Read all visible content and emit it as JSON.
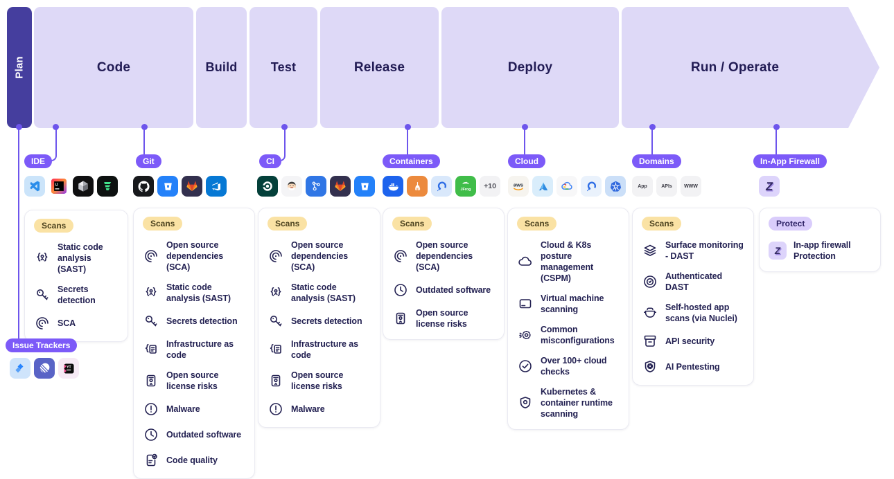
{
  "stages": [
    {
      "label": "Plan"
    },
    {
      "label": "Code"
    },
    {
      "label": "Build"
    },
    {
      "label": "Test"
    },
    {
      "label": "Release"
    },
    {
      "label": "Deploy"
    },
    {
      "label": "Run / Operate"
    }
  ],
  "groups": [
    {
      "id": "ide",
      "label": "IDE",
      "icons": [
        "vscode",
        "intellij",
        "cursor",
        "windsurf"
      ],
      "card": {
        "badge": "Scans",
        "items": [
          {
            "icon": "sast",
            "text": "Static code analysis (SAST)"
          },
          {
            "icon": "secrets",
            "text": "Secrets detection"
          },
          {
            "icon": "sca",
            "text": "SCA"
          }
        ]
      }
    },
    {
      "id": "git",
      "label": "Git",
      "icons": [
        "github",
        "bitbucket",
        "gitlab",
        "azure-devops"
      ],
      "card": {
        "badge": "Scans",
        "items": [
          {
            "icon": "sca",
            "text": "Open source dependencies (SCA)"
          },
          {
            "icon": "sast",
            "text": "Static code analysis (SAST)"
          },
          {
            "icon": "secrets",
            "text": "Secrets detection"
          },
          {
            "icon": "iac",
            "text": "Infrastructure as code"
          },
          {
            "icon": "license",
            "text": "Open source license risks"
          },
          {
            "icon": "malware",
            "text": "Malware"
          },
          {
            "icon": "clock",
            "text": "Outdated software"
          },
          {
            "icon": "quality",
            "text": "Code quality"
          }
        ]
      }
    },
    {
      "id": "ci",
      "label": "CI",
      "icons": [
        "circleci",
        "jenkins",
        "azure-pipelines",
        "gitlab",
        "bitbucket"
      ],
      "card": {
        "badge": "Scans",
        "items": [
          {
            "icon": "sca",
            "text": "Open source dependencies (SCA)"
          },
          {
            "icon": "sast",
            "text": "Static code analysis (SAST)"
          },
          {
            "icon": "secrets",
            "text": "Secrets detection"
          },
          {
            "icon": "iac",
            "text": "Infrastructure as code"
          },
          {
            "icon": "license",
            "text": "Open source license risks"
          },
          {
            "icon": "malware",
            "text": "Malware"
          }
        ]
      }
    },
    {
      "id": "containers",
      "label": "Containers",
      "icons": [
        "docker",
        "registry",
        "quay",
        "jfrog"
      ],
      "more": "+10",
      "card": {
        "badge": "Scans",
        "items": [
          {
            "icon": "sca",
            "text": "Open source dependencies (SCA)"
          },
          {
            "icon": "clock",
            "text": "Outdated software"
          },
          {
            "icon": "license",
            "text": "Open source license risks"
          }
        ]
      }
    },
    {
      "id": "cloud",
      "label": "Cloud",
      "icons": [
        "aws",
        "azure",
        "gcp",
        "digitalocean",
        "kubernetes"
      ],
      "card": {
        "badge": "Scans",
        "items": [
          {
            "icon": "cloud",
            "text": "Cloud & K8s posture management (CSPM)"
          },
          {
            "icon": "vm",
            "text": "Virtual machine scanning"
          },
          {
            "icon": "gear",
            "text": "Common misconfigurations"
          },
          {
            "icon": "check",
            "text": "Over 100+ cloud checks"
          },
          {
            "icon": "shield-dot",
            "text": "Kubernetes & container runtime scanning"
          }
        ]
      }
    },
    {
      "id": "domains",
      "label": "Domains",
      "chips": [
        "App",
        "APIs",
        "WWW"
      ],
      "card": {
        "badge": "Scans",
        "items": [
          {
            "icon": "layers",
            "text": "Surface monitoring - DAST"
          },
          {
            "icon": "target",
            "text": "Authenticated DAST"
          },
          {
            "icon": "pot",
            "text": "Self-hosted app scans (via Nuclei)"
          },
          {
            "icon": "archive",
            "text": "API security"
          },
          {
            "icon": "shield-gear",
            "text": "AI Pentesting"
          }
        ]
      }
    },
    {
      "id": "firewall",
      "label": "In-App Firewall",
      "icons": [
        "zen"
      ],
      "card": {
        "badge": "Protect",
        "badge_style": "protect",
        "items": [
          {
            "icon": "zen",
            "text": "In-app firewall Protection"
          }
        ]
      }
    },
    {
      "id": "issue",
      "label": "Issue Trackers",
      "icons": [
        "jira",
        "linear",
        "youtrack"
      ]
    }
  ],
  "colors": {
    "stage_fill": "#DED9F7",
    "stage_dark": "#453E9E",
    "stage_text": "#221C55",
    "connector": "#6D55EC",
    "pill": "#7C5AF8",
    "scans_badge_bg": "#FAE2A4",
    "protect_badge_bg": "#D9CCFB",
    "item_text": "#232152"
  }
}
